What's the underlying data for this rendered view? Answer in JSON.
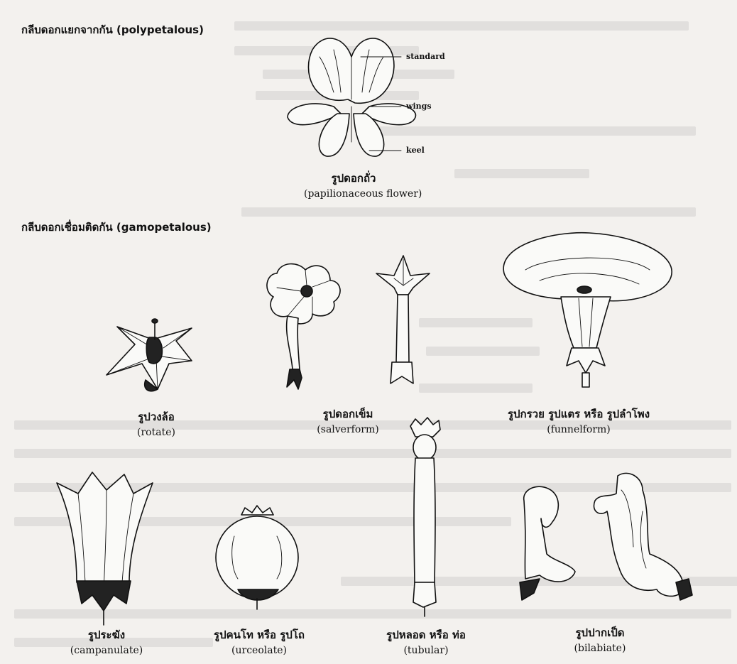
{
  "sections": {
    "polypetalous": "กลีบดอกแยกจากกัน (polypetalous)",
    "gamopetalous": "กลีบดอกเชื่อมติดกัน (gamopetalous)"
  },
  "papilionaceous": {
    "labels": {
      "standard": "standard",
      "wings": "wings",
      "keel": "keel"
    },
    "th": "รูปดอกถั่ว",
    "en": "(papilionaceous flower)"
  },
  "forms": [
    {
      "th": "รูปวงล้อ",
      "en": "(rotate)"
    },
    {
      "th": "รูปดอกเข็ม",
      "en": "(salverform)"
    },
    {
      "th": "รูปกรวย รูปแตร หรือ รูปลำโพง",
      "en": "(funnelform)"
    },
    {
      "th": "รูประฆัง",
      "en": "(campanulate)"
    },
    {
      "th": "รูปคนโท หรือ รูปโถ",
      "en": "(urceolate)"
    },
    {
      "th": "รูปหลอด หรือ ท่อ",
      "en": "(tubular)"
    },
    {
      "th": "รูปปากเป็ด",
      "en": "(bilabiate)"
    }
  ]
}
